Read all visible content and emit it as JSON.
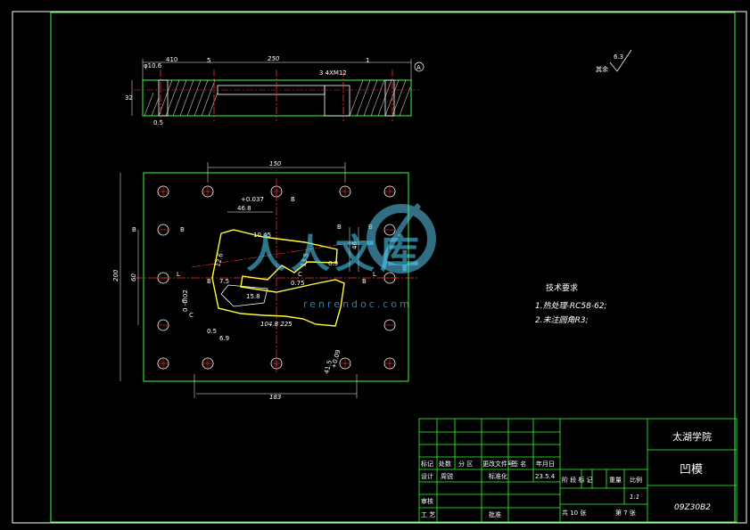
{
  "drawing": {
    "top_view": {
      "dims": {
        "length": "250",
        "d1": "410",
        "d2": "φ10.6",
        "d3": "0.5",
        "d4": "5",
        "d5": "1",
        "thread": "3  4XM12",
        "height": "32"
      },
      "circle_ref": "A"
    },
    "roughness": {
      "label": "其余",
      "value": "6.3"
    },
    "plan": {
      "width_top": "150",
      "width_bottom": "183",
      "height": "200",
      "inner_h": "60",
      "d_037": "+0.037",
      "d_468": "46.8",
      "d_10": "10.45",
      "d_075": "0.75",
      "d_13": "13.5",
      "d_15": "15.8",
      "d_225": "104.8  225",
      "d_69": "6.9",
      "d_05": "0.5",
      "d_002": "0  -0.02",
      "d_009": "+0.09",
      "d_41": "41.5",
      "d_46": "46",
      "d_09": "0.9",
      "d_12": "12.6",
      "d_75": "7.5",
      "b1": "B",
      "b2": "B",
      "b3": "B",
      "b4": "B",
      "b5": "B",
      "b6": "B",
      "b7": "B",
      "c1": "C",
      "c2": "C",
      "c3": "C",
      "l1": "L",
      "l2": "L"
    },
    "notes": {
      "title": "技术要求",
      "item1": "1.热处理-RC58-62;",
      "item2": "2.未注圆角R3;"
    },
    "watermark": {
      "main": "人人文库",
      "sub": "renrendoc.com"
    }
  },
  "title_block": {
    "school": "太湖学院",
    "part_name": "凹模",
    "drawing_no": "09Z30B2",
    "scale": "1:1",
    "labels": {
      "biaoji": "标记",
      "chushu": "处数",
      "fenqu": "分 区",
      "gengai": "更改文件号",
      "qianming": "签 名",
      "nianyueri": "年月日",
      "sheji": "设计",
      "sheji_name": "周锐",
      "biaozhunhua": "标准化",
      "date": "23.5.4",
      "jieduan": "阶 段 标 记",
      "zhongliang": "重量",
      "bili": "比例",
      "shenhe": "审核",
      "gongyi": "工 艺",
      "pizhun": "批准",
      "zhang": "共 10 张",
      "di": "第 7 张"
    }
  }
}
